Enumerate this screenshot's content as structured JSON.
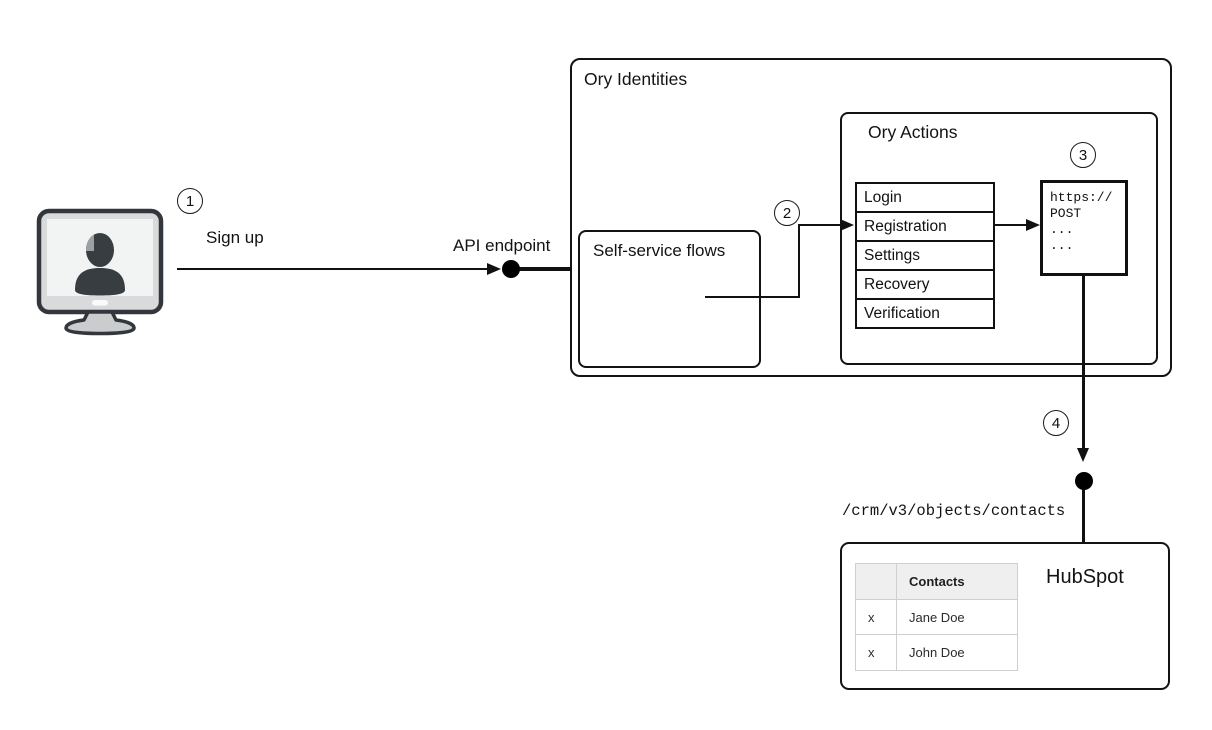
{
  "colors": {
    "stroke": "#111111",
    "contacts_header_bg": "#efefef",
    "contacts_border": "#cfcfcf",
    "monitor_frame_fill": "#d8dadb",
    "monitor_screen_fill": "#f2f3f3",
    "monitor_silhouette": "#383d42",
    "monitor_stand_fill": "#caccce"
  },
  "steps": [
    "1",
    "2",
    "3",
    "4"
  ],
  "labels": {
    "sign_up": "Sign up",
    "api_endpoint": "API endpoint",
    "ory_identities": "Ory Identities",
    "self_service_flows": "Self-service flows",
    "ory_actions": "Ory Actions",
    "hubspot": "HubSpot",
    "webhook_path": "/crm/v3/objects/contacts"
  },
  "code_box": [
    "https://",
    "POST",
    "...",
    "..."
  ],
  "flows": [
    "Login",
    "Registration",
    "Settings",
    "Recovery",
    "Verification"
  ],
  "contacts_table": {
    "header": "Contacts",
    "rows": [
      [
        "x",
        "Jane Doe"
      ],
      [
        "x",
        "John Doe"
      ]
    ]
  }
}
